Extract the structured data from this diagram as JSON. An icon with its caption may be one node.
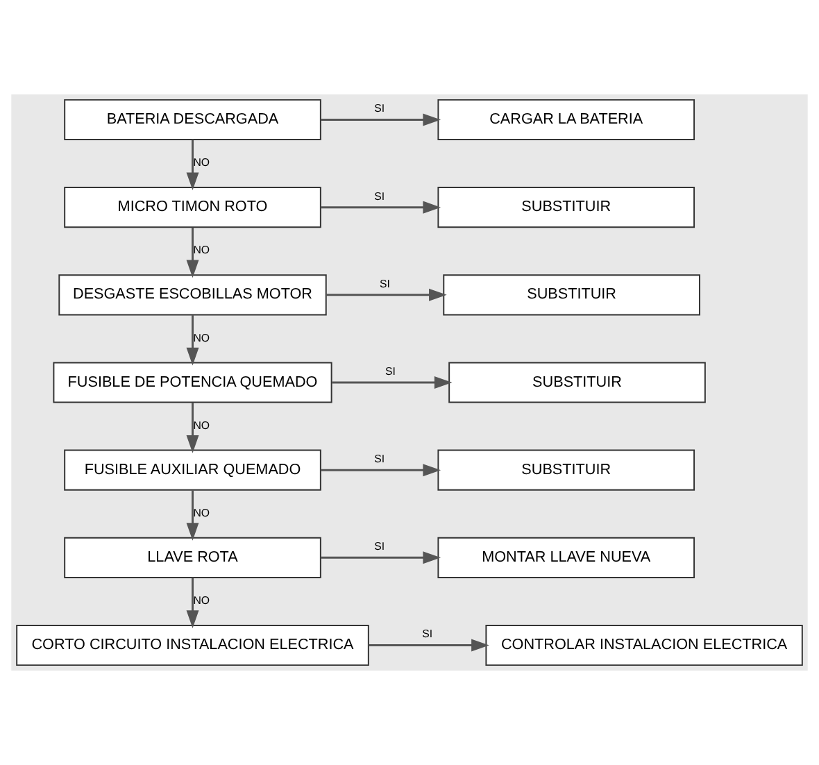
{
  "diagram": {
    "nodes": [
      {
        "text": [
          "BATERIA DESCARGADA"
        ]
      },
      {
        "text": [
          "CARGAR LA BATERIA"
        ]
      },
      {
        "text": [
          "MICRO TIMON ROTO"
        ]
      },
      {
        "text": [
          "SUBSTITUIR"
        ]
      },
      {
        "text": [
          "DESGASTE ESCOBILLAS MOTOR"
        ]
      },
      {
        "text": [
          "SUBSTITUIR"
        ]
      },
      {
        "text": [
          "FUSIBLE DE POTENCIA QUEMADO"
        ]
      },
      {
        "text": [
          "SUBSTITUIR"
        ]
      },
      {
        "text": [
          "FUSIBLE AUXILIAR QUEMADO"
        ]
      },
      {
        "text": [
          "SUBSTITUIR"
        ]
      },
      {
        "text": [
          "LLAVE ROTA"
        ]
      },
      {
        "text": [
          "MONTAR LLAVE NUEVA"
        ]
      },
      {
        "text": [
          "CORTO CIRCUITO INSTALACION ELECTRICA"
        ]
      },
      {
        "text": [
          "CONTROLAR INSTALACION ELECTRICA"
        ]
      }
    ],
    "edges": [
      {
        "from": 0,
        "to": 1,
        "arrow": "to",
        "label": "SI"
      },
      {
        "from": 0,
        "to": 2,
        "arrow": "to",
        "label": "NO"
      },
      {
        "from": 2,
        "to": 3,
        "arrow": "to",
        "label": "SI"
      },
      {
        "from": 2,
        "to": 4,
        "arrow": "to",
        "label": "NO"
      },
      {
        "from": 4,
        "to": 5,
        "arrow": "to",
        "label": "SI"
      },
      {
        "from": 4,
        "to": 6,
        "arrow": "to",
        "label": "NO"
      },
      {
        "from": 6,
        "to": 7,
        "arrow": "to",
        "label": "SI"
      },
      {
        "from": 6,
        "to": 8,
        "arrow": "to",
        "label": "NO"
      },
      {
        "from": 8,
        "to": 9,
        "arrow": "to",
        "label": "SI"
      },
      {
        "from": 8,
        "to": 10,
        "arrow": "to",
        "label": "NO"
      },
      {
        "from": 10,
        "to": 11,
        "arrow": "to",
        "label": "SI"
      },
      {
        "from": 10,
        "to": 12,
        "arrow": "to",
        "label": "NO"
      },
      {
        "from": 12,
        "to": 13,
        "arrow": "to",
        "label": "SI"
      }
    ]
  }
}
